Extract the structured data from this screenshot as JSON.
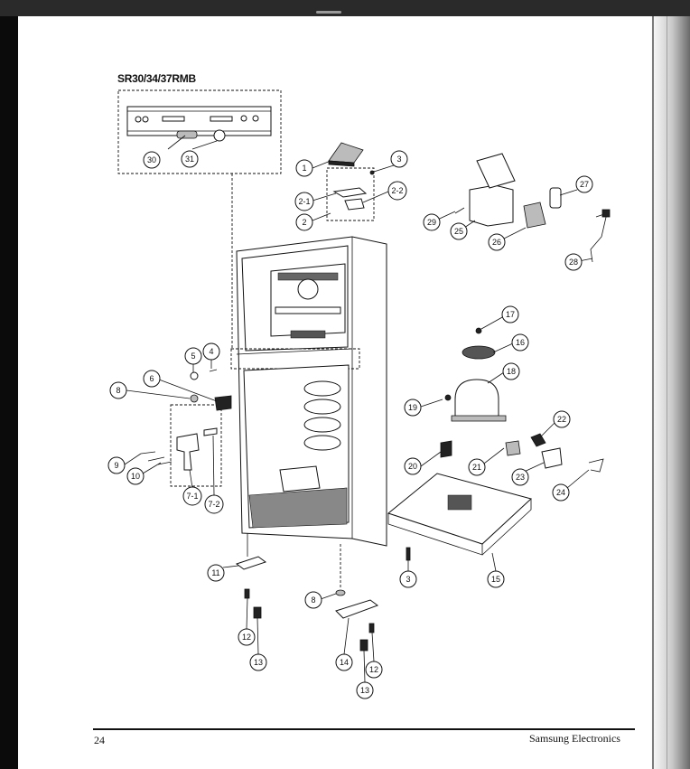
{
  "document": {
    "model": "SR30/34/37RMB",
    "page_number": "24",
    "brand": "Samsung Electronics"
  },
  "callouts": [
    "1",
    "2",
    "2-1",
    "2-2",
    "3",
    "4",
    "5",
    "6",
    "7-1",
    "7-2",
    "8",
    "9",
    "10",
    "11",
    "12",
    "13",
    "14",
    "15",
    "16",
    "17",
    "18",
    "19",
    "20",
    "21",
    "22",
    "23",
    "24",
    "25",
    "26",
    "27",
    "28",
    "29",
    "30",
    "31"
  ]
}
